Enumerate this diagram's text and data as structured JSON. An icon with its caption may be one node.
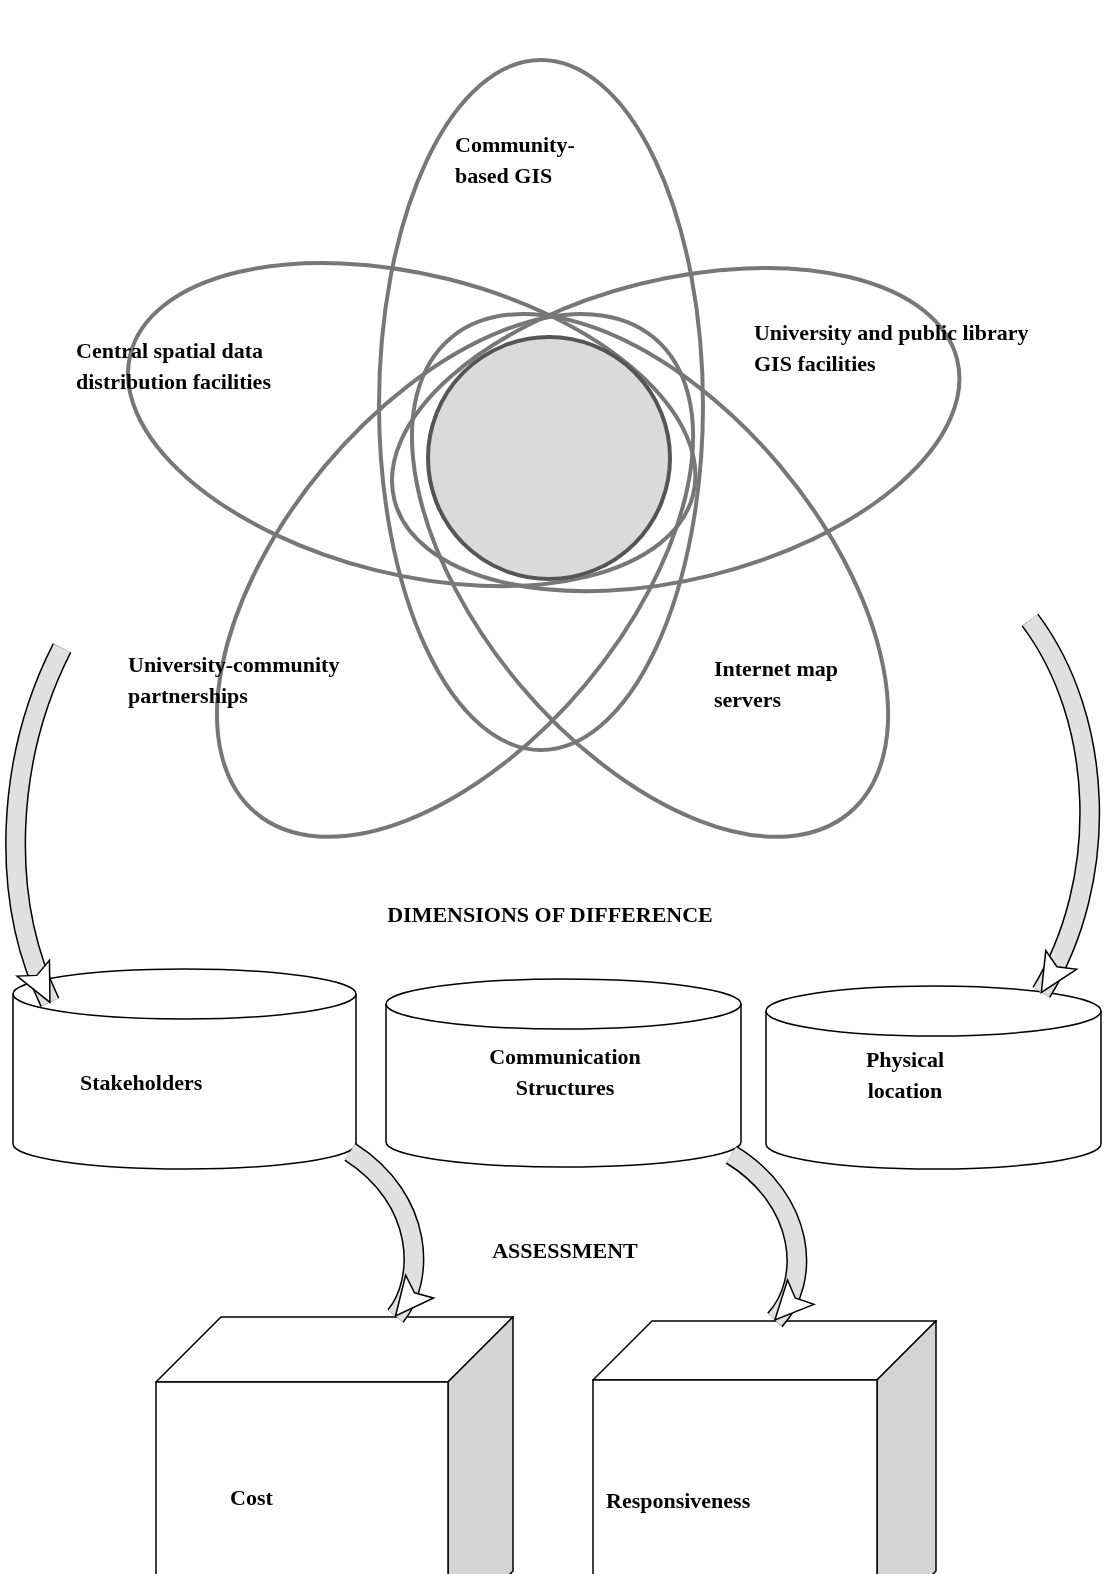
{
  "diagram": {
    "nodes": [
      {
        "text": [
          "Community-based GIS"
        ]
      },
      {
        "text": [
          "Central spatial data distribution facilities"
        ]
      },
      {
        "text": [
          "University and public library GIS facilities"
        ]
      },
      {
        "text": [
          "University-community partnerships"
        ]
      },
      {
        "text": [
          "Internet map servers"
        ]
      },
      {
        "text": [],
        "shape": "circle"
      },
      {
        "text": [
          "Stakeholders"
        ]
      },
      {
        "text": [
          "Communication Structures"
        ]
      },
      {
        "text": [
          "Physical location"
        ]
      },
      {
        "text": [
          "Cost"
        ]
      },
      {
        "text": [
          "Responsiveness"
        ]
      }
    ],
    "edges": [
      {
        "from": null,
        "to": 6,
        "arrow": "to"
      },
      {
        "from": null,
        "to": 8,
        "arrow": "to"
      },
      {
        "from": 6,
        "to": 9,
        "arrow": "to"
      },
      {
        "from": 7,
        "to": 10,
        "arrow": "to"
      }
    ],
    "labels": [
      "DIMENSIONS OF DIFFERENCE",
      "ASSESSMENT"
    ]
  }
}
